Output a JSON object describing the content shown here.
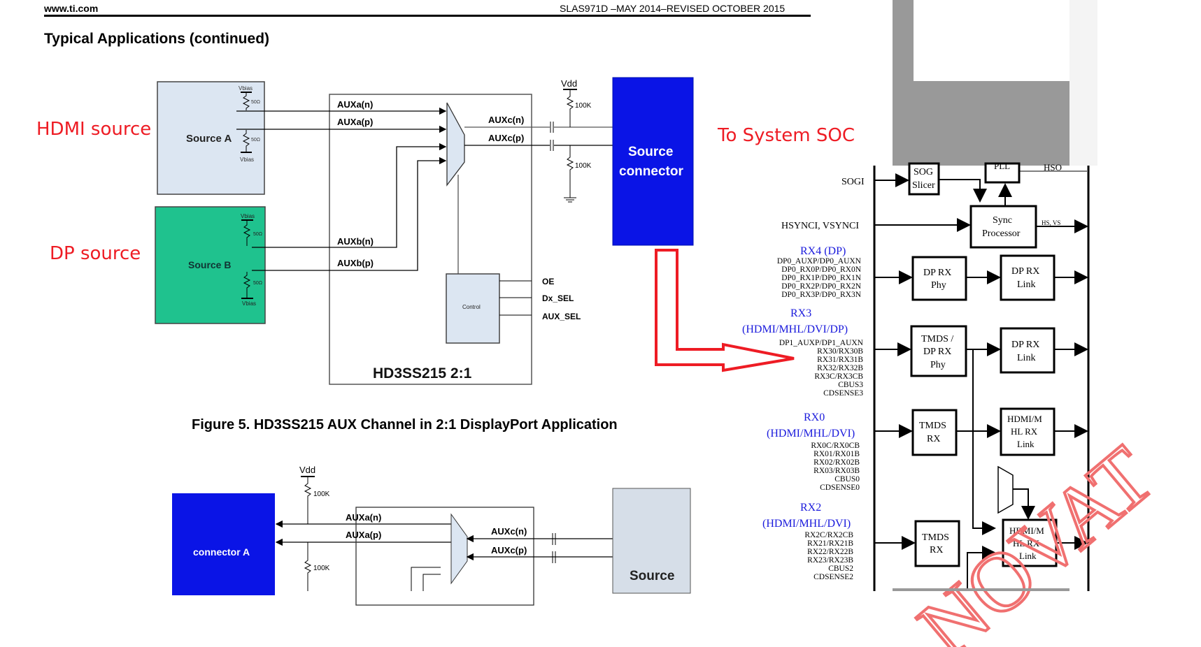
{
  "header": {
    "site": "www.ti.com",
    "doc_ref": "SLAS971D –MAY 2014–REVISED OCTOBER 2015"
  },
  "section_title": "Typical Applications (continued)",
  "annotations": {
    "hdmi_source": "HDMI source",
    "dp_source": "DP source",
    "to_soc": "To System SOC"
  },
  "figure5": {
    "caption": "Figure 5.  HD3SS215 AUX Channel in 2:1 DisplayPort Application",
    "source_a": "Source A",
    "source_b": "Source B",
    "vbias": "Vbias",
    "r50": "50Ω",
    "vdd": "Vdd",
    "r100k": "100K",
    "auxa_n": "AUXa(n)",
    "auxa_p": "AUXa(p)",
    "auxb_n": "AUXb(n)",
    "auxb_p": "AUXb(p)",
    "auxc_n": "AUXc(n)",
    "auxc_p": "AUXc(p)",
    "control": "Control",
    "oe": "OE",
    "dx_sel": "Dx_SEL",
    "aux_sel": "AUX_SEL",
    "chip": "HD3SS215 2:1",
    "connector_line1": "Source",
    "connector_line2": "connector",
    "colors": {
      "source_a": "#dce6f2",
      "source_b": "#1fc28e",
      "connector": "#0a14e6"
    }
  },
  "figure6_partial": {
    "vdd": "Vdd",
    "r100k": "100K",
    "connector": "connector A",
    "auxa_n": "AUXa(n)",
    "auxa_p": "AUXa(p)",
    "auxc_n": "AUXc(n)",
    "auxc_p": "AUXc(p)",
    "source": "Source"
  },
  "soc_diagram": {
    "sogi": "SOGI",
    "hsync_vsync": "HSYNCI, VSYNCI",
    "sog_slicer": [
      "SOG",
      "Slicer"
    ],
    "pll": "PLL",
    "hso": "HSO",
    "sync_processor": [
      "Sync",
      "Processor"
    ],
    "hs_vs": "HS, VS",
    "rx4": {
      "title": "RX4 (DP)",
      "pins": [
        "DP0_AUXP/DP0_AUXN",
        "DP0_RX0P/DP0_RX0N",
        "DP0_RX1P/DP0_RX1N",
        "DP0_RX2P/DP0_RX2N",
        "DP0_RX3P/DP0_RX3N"
      ]
    },
    "rx3": {
      "title1": "RX3",
      "title2": "(HDMI/MHL/DVI/DP)",
      "pins": [
        "DP1_AUXP/DP1_AUXN",
        "RX30/RX30B",
        "RX31/RX31B",
        "RX32/RX32B",
        "RX3C/RX3CB",
        "CBUS3",
        "CDSENSE3"
      ]
    },
    "rx0": {
      "title1": "RX0",
      "title2": "(HDMI/MHL/DVI)",
      "pins": [
        "RX0C/RX0CB",
        "RX01/RX01B",
        "RX02/RX02B",
        "RX03/RX03B",
        "CBUS0",
        "CDSENSE0"
      ]
    },
    "rx2": {
      "title1": "RX2",
      "title2": "(HDMI/MHL/DVI)",
      "pins": [
        "RX2C/RX2CB",
        "RX21/RX21B",
        "RX22/RX22B",
        "RX23/RX23B",
        "CBUS2",
        "CDSENSE2"
      ]
    },
    "dp_rx_phy": [
      "DP RX",
      "Phy"
    ],
    "dp_rx_link": [
      "DP RX",
      "Link"
    ],
    "tmds_dp_phy": [
      "TMDS /",
      "DP RX",
      "Phy"
    ],
    "tmds_rx": [
      "TMDS",
      "RX"
    ],
    "hdmi_link": [
      "HDMI/M",
      "HL RX",
      "Link"
    ],
    "watermark": "NOVAT"
  }
}
